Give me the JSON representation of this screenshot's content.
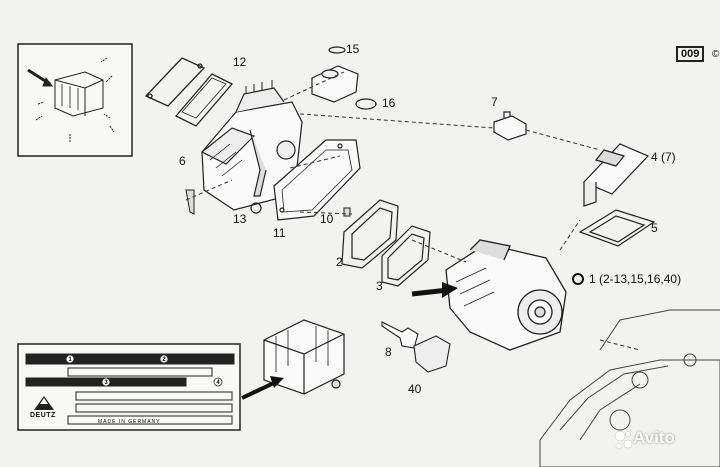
{
  "diagram": {
    "page_code": "009",
    "page_code_suffix": "©",
    "made_in": "MADE IN GERMANY",
    "brand": "DEUTZ",
    "watermark": "Avito",
    "part_labels": {
      "p1": "1 (2-13,15,16,40)",
      "p2": "2",
      "p3": "3",
      "p4": "4 (7)",
      "p5": "5",
      "p6": "6",
      "p7": "7",
      "p8": "8",
      "p10": "10",
      "p11": "11",
      "p12": "12",
      "p13": "13",
      "p15": "15",
      "p16": "16",
      "p40": "40"
    },
    "plate_numbers": [
      "1",
      "2",
      "3",
      "4"
    ]
  }
}
